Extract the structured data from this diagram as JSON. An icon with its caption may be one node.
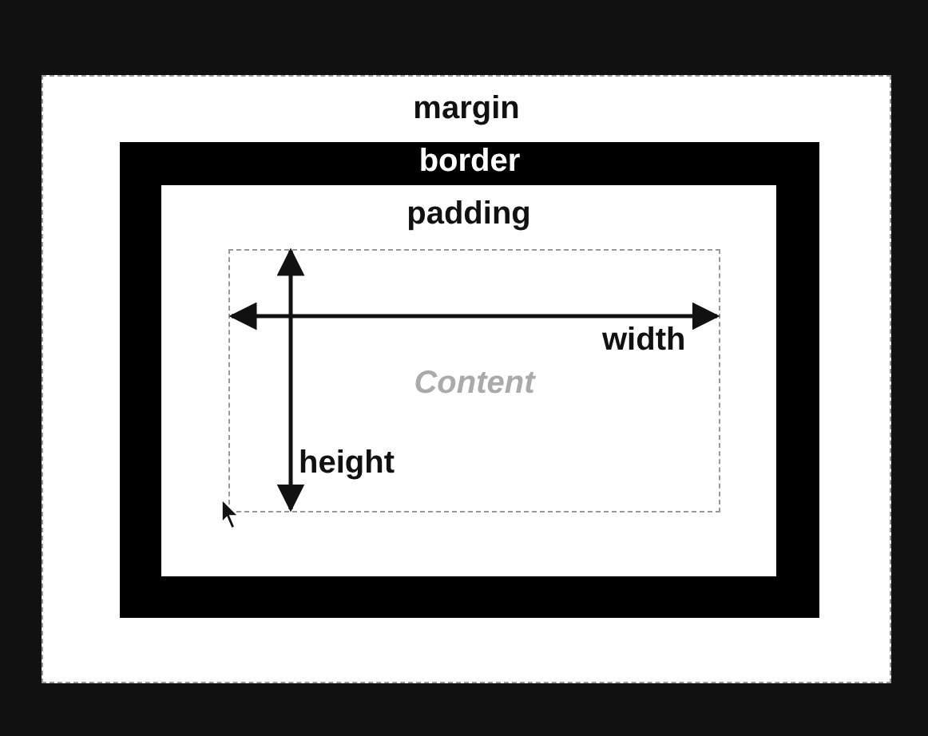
{
  "diagram": {
    "nodes": [
      {
        "text": [
          "margin"
        ]
      },
      {
        "text": [
          "border"
        ],
        "in": 0
      },
      {
        "text": [
          "padding"
        ],
        "in": 1
      },
      {
        "text": [
          "Content"
        ],
        "in": 2
      }
    ],
    "labels": [
      "width",
      "height"
    ]
  }
}
